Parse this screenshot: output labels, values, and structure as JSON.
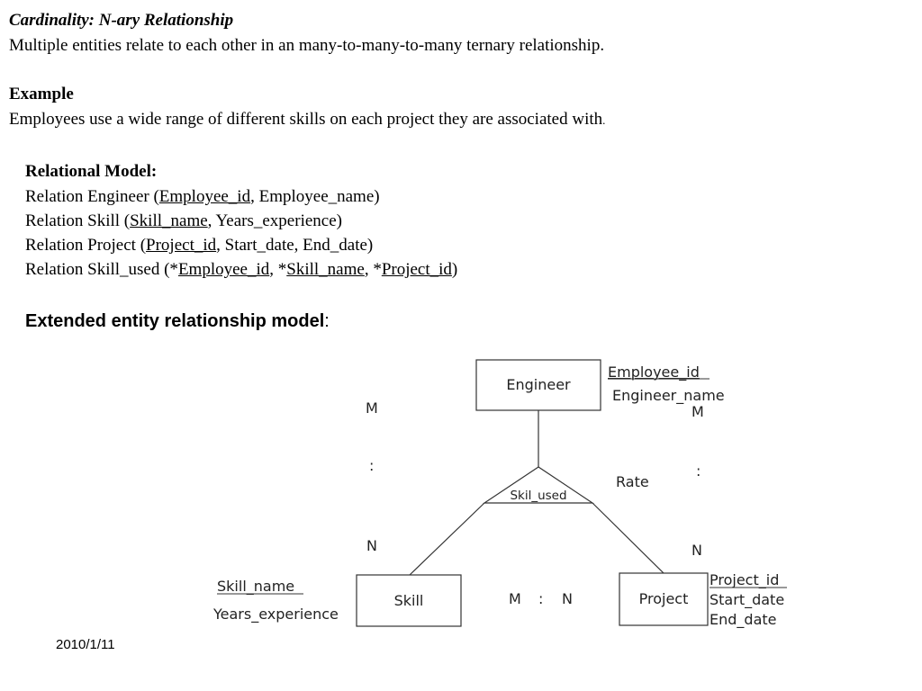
{
  "intro": {
    "heading": "Cardinality: N-ary Relationship",
    "description": "Multiple entities relate to each other in an many-to-many-to-many ternary relationship."
  },
  "example": {
    "heading": "Example",
    "text": "Employees use a wide range of different skills on each project they are associated with",
    "period": "."
  },
  "relational_model": {
    "heading": "Relational Model:",
    "engineer": {
      "prefix": "Relation Engineer (",
      "key": "Employee_id",
      "rest": ", Employee_name)"
    },
    "skill": {
      "prefix": "Relation Skill (",
      "key": "Skill_name",
      "rest": ", Years_experience)"
    },
    "project": {
      "prefix": "Relation Project (",
      "key": "Project_id",
      "rest": ", Start_date, End_date)"
    },
    "skill_used": {
      "prefix": "Relation Skill_used (*",
      "key1": "Employee_id",
      "sep1": ", *",
      "key2": "Skill_name",
      "sep2": ", *",
      "key3": "Project_id",
      "suffix": ")"
    }
  },
  "eer": {
    "title": "Extended entity relationship model",
    "colon": ":"
  },
  "diagram": {
    "engineer": {
      "label": "Engineer",
      "attr_key": "Employee_id",
      "attr_other": "Engineer_name"
    },
    "skill": {
      "label": "Skill",
      "attr_key": "Skill_name",
      "attr_other": "Years_experience"
    },
    "project": {
      "label": "Project",
      "attr_key": "Project_id",
      "attr_start": "Start_date",
      "attr_end": "End_date"
    },
    "relationship": {
      "label": "Skil_used",
      "attr": "Rate"
    },
    "cardinality": {
      "left_m": "M",
      "left_colon": ":",
      "left_n": "N",
      "right_m": "M",
      "right_colon": ":",
      "right_n": "N",
      "bottom_m": "M",
      "bottom_colon": ":",
      "bottom_n": "N"
    }
  },
  "footer": {
    "date": "2010/1/11"
  }
}
